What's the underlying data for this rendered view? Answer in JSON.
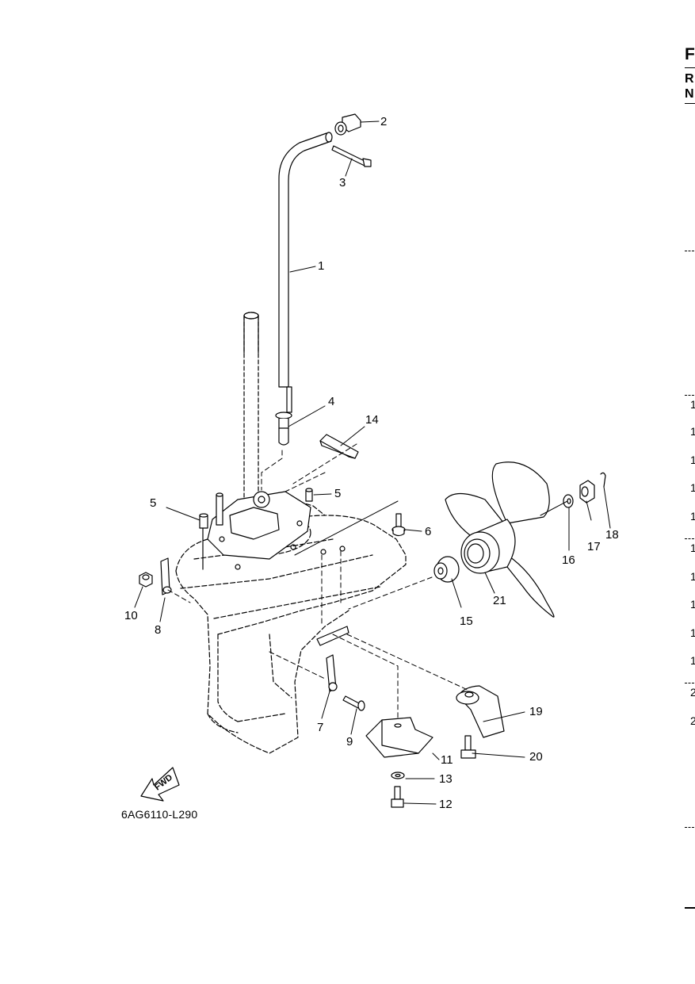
{
  "diagram": {
    "code": "6AG6110-L290",
    "fwd_label": "FWD",
    "parts": [
      {
        "id": "part-1",
        "text": "1"
      },
      {
        "id": "part-2",
        "text": "2"
      },
      {
        "id": "part-3",
        "text": "3"
      },
      {
        "id": "part-4",
        "text": "4"
      },
      {
        "id": "part-5a",
        "text": "5"
      },
      {
        "id": "part-5b",
        "text": "5"
      },
      {
        "id": "part-6",
        "text": "6"
      },
      {
        "id": "part-7",
        "text": "7"
      },
      {
        "id": "part-8",
        "text": "8"
      },
      {
        "id": "part-9",
        "text": "9"
      },
      {
        "id": "part-10",
        "text": "10"
      },
      {
        "id": "part-11",
        "text": "11"
      },
      {
        "id": "part-12",
        "text": "12"
      },
      {
        "id": "part-13",
        "text": "13"
      },
      {
        "id": "part-14",
        "text": "14"
      },
      {
        "id": "part-15",
        "text": "15"
      },
      {
        "id": "part-16",
        "text": "16"
      },
      {
        "id": "part-17",
        "text": "17"
      },
      {
        "id": "part-18",
        "text": "18"
      },
      {
        "id": "part-19",
        "text": "19"
      },
      {
        "id": "part-20",
        "text": "20"
      },
      {
        "id": "part-21",
        "text": "21"
      }
    ]
  },
  "right_edge": {
    "header_chars": [
      "F",
      "R",
      "N"
    ],
    "row_numbers": [
      "1",
      "1",
      "1",
      "1",
      "1",
      "1",
      "1",
      "1",
      "1",
      "1",
      "2",
      "2"
    ]
  }
}
